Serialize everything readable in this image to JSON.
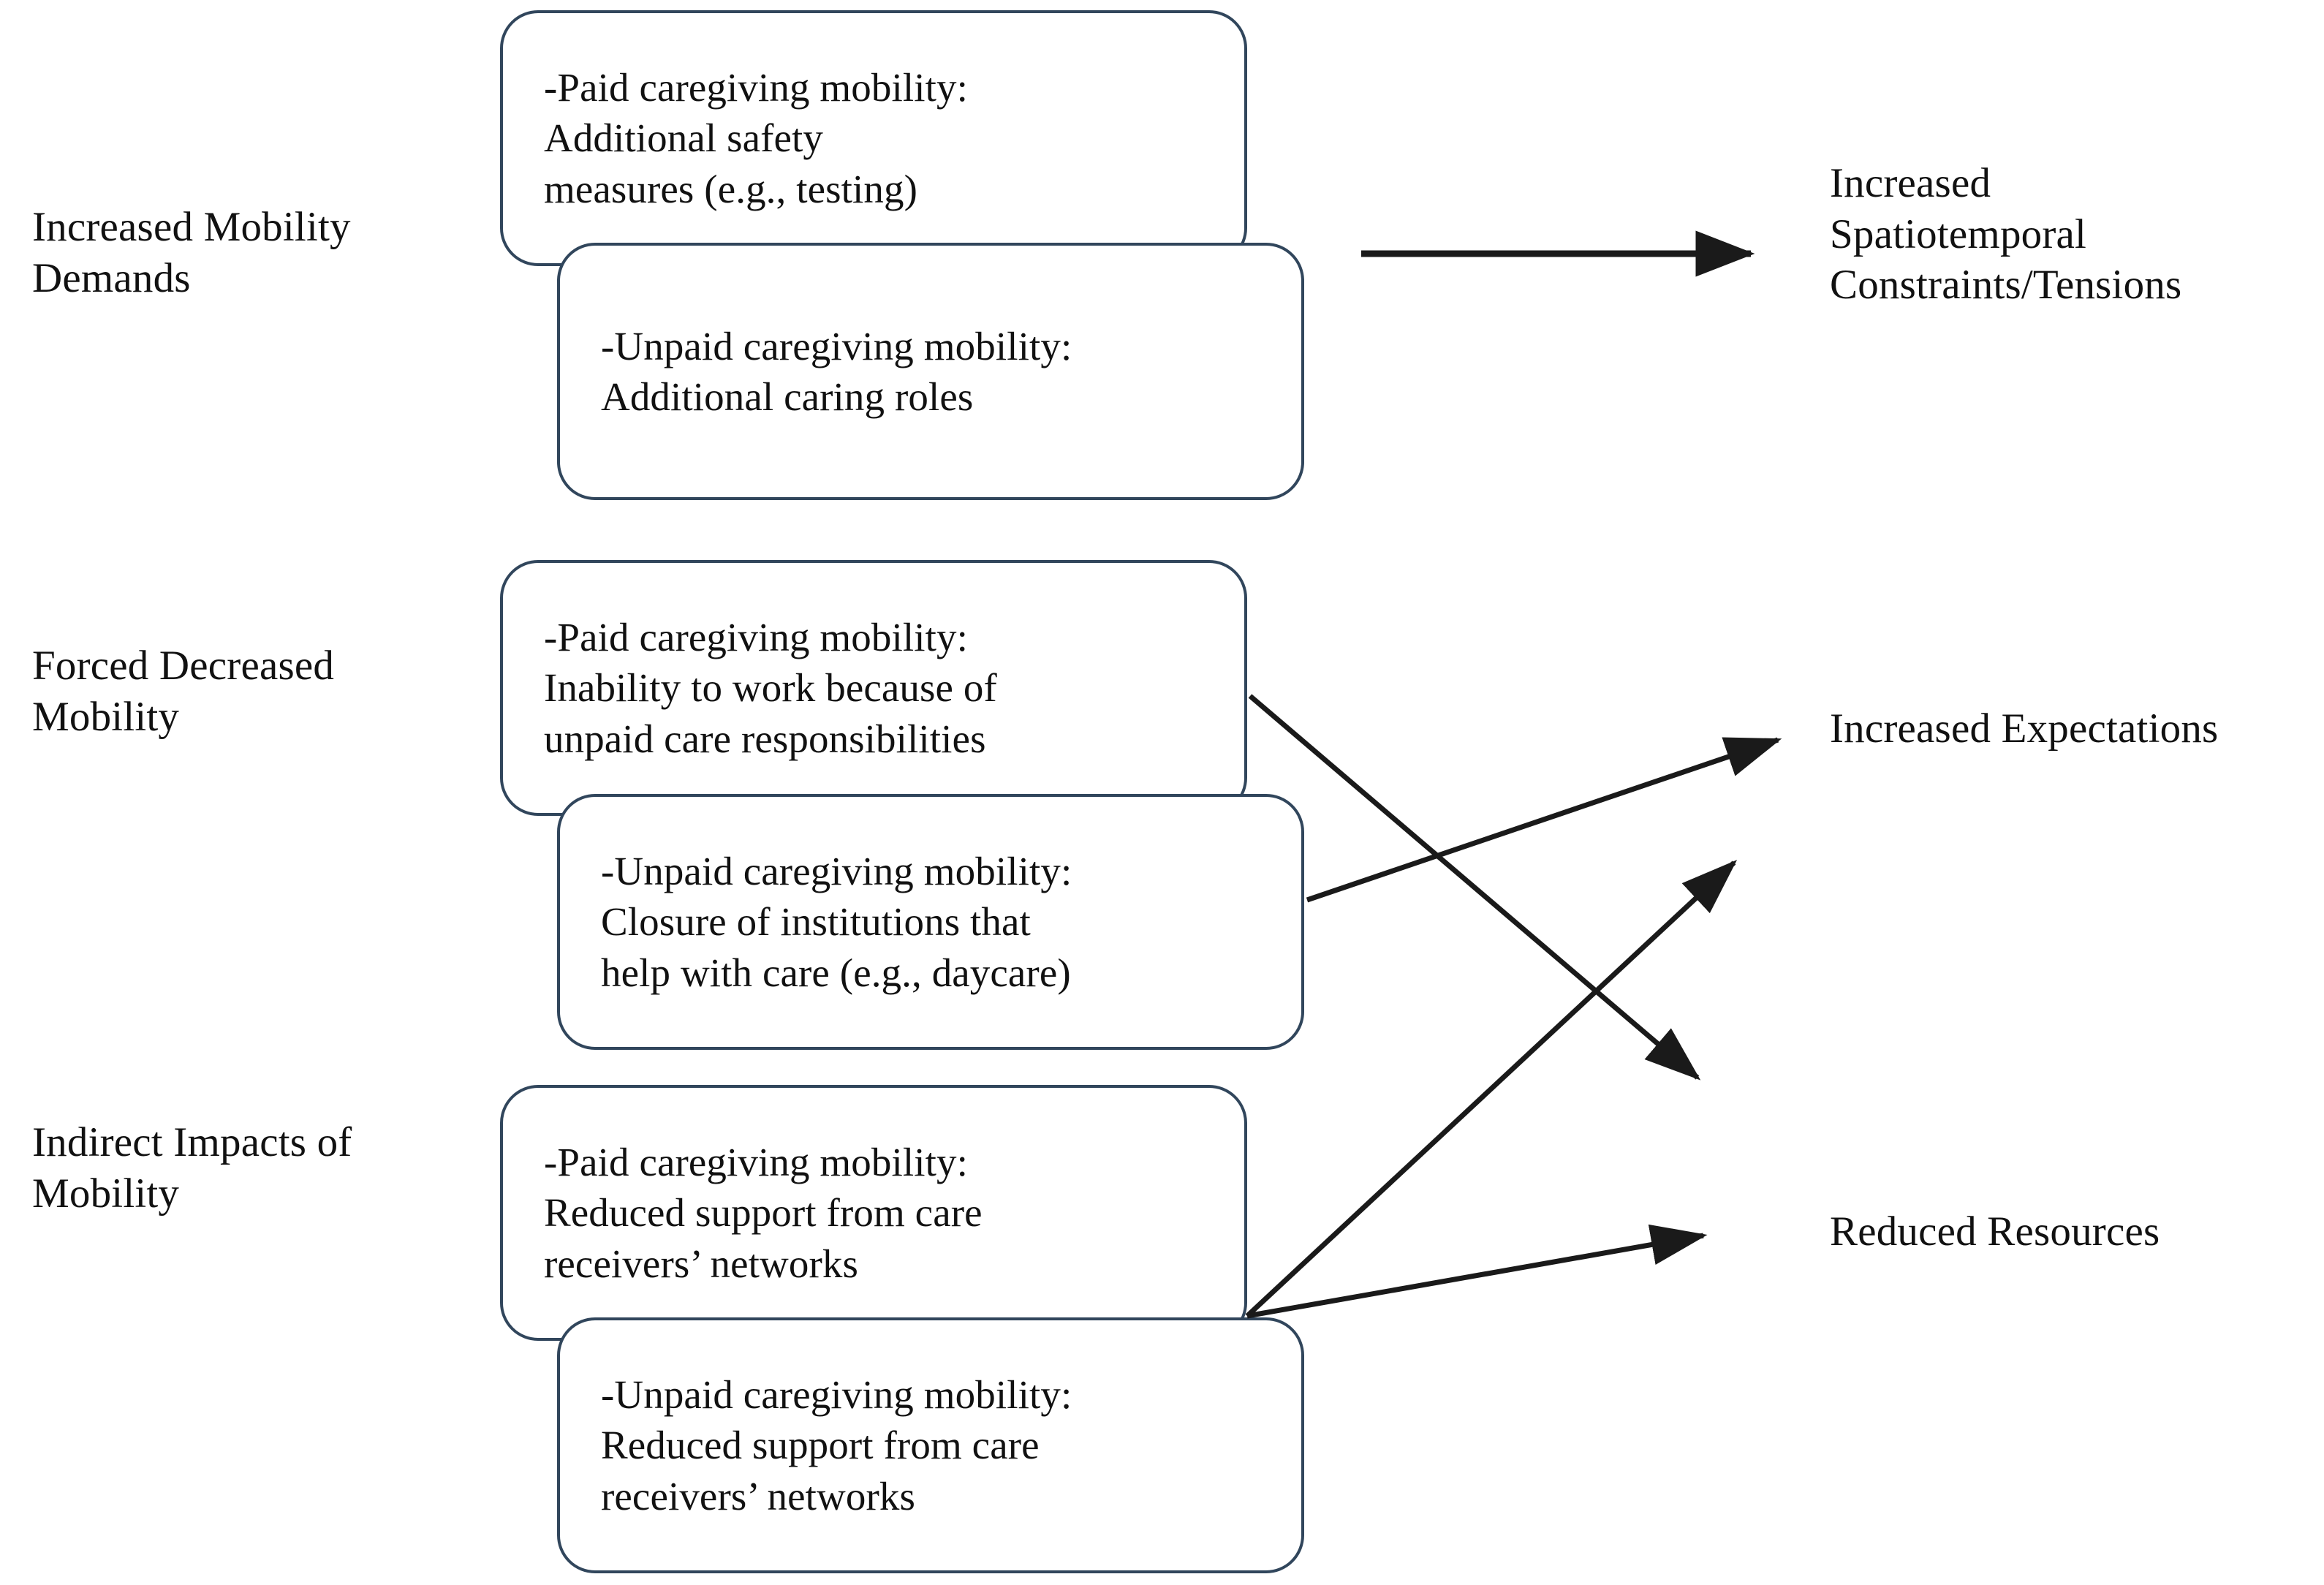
{
  "diagram": {
    "title": "Caregiving mobility impacts conceptual diagram",
    "stroke_color_box": "#31465c",
    "stroke_color_arrow": "#1a1a1a",
    "text_color": "#111111",
    "background": "#ffffff"
  },
  "categories": [
    {
      "id": "increased-mobility-demands",
      "label": "Increased Mobility\nDemands"
    },
    {
      "id": "forced-decreased-mobility",
      "label": "Forced Decreased\nMobility"
    },
    {
      "id": "indirect-impacts-of-mobility",
      "label": "Indirect Impacts of\nMobility"
    }
  ],
  "boxes": [
    {
      "id": "demands-paid",
      "text": "-Paid caregiving mobility:\nAdditional safety\nmeasures (e.g., testing)"
    },
    {
      "id": "demands-unpaid",
      "text": "-Unpaid caregiving mobility:\nAdditional caring roles"
    },
    {
      "id": "decreased-paid",
      "text": "-Paid caregiving mobility:\nInability to work because of\nunpaid care responsibilities"
    },
    {
      "id": "decreased-unpaid",
      "text": "-Unpaid caregiving mobility:\nClosure of institutions that\nhelp with care (e.g., daycare)"
    },
    {
      "id": "indirect-paid",
      "text": "-Paid caregiving mobility:\nReduced support from care\nreceivers’ networks"
    },
    {
      "id": "indirect-unpaid",
      "text": "-Unpaid caregiving mobility:\nReduced support from care\nreceivers’ networks"
    }
  ],
  "outcomes": [
    {
      "id": "increased-spatiotemporal-constraints",
      "label": "Increased\nSpatiotemporal\nConstraints/Tensions"
    },
    {
      "id": "increased-expectations",
      "label": "Increased Expectations"
    },
    {
      "id": "reduced-resources",
      "label": "Reduced Resources"
    }
  ],
  "connections": [
    {
      "id": "arrow-demands-to-constraints",
      "from": "demands-group",
      "to": "increased-spatiotemporal-constraints",
      "style": "straight-horizontal"
    },
    {
      "id": "arrow-decreased-paid-to-middle",
      "from": "decreased-paid",
      "to": "unlabeled-middle-target",
      "style": "diagonal-down-right"
    },
    {
      "id": "arrow-decreased-unpaid-to-expectations",
      "from": "decreased-unpaid",
      "to": "increased-expectations",
      "style": "diagonal-up-right"
    },
    {
      "id": "arrow-indirect-to-middle",
      "from": "indirect-paid",
      "to": "unlabeled-middle-target",
      "style": "diagonal-up-right"
    },
    {
      "id": "arrow-indirect-to-resources",
      "from": "indirect-paid",
      "to": "reduced-resources",
      "style": "diagonal-up-right"
    }
  ]
}
